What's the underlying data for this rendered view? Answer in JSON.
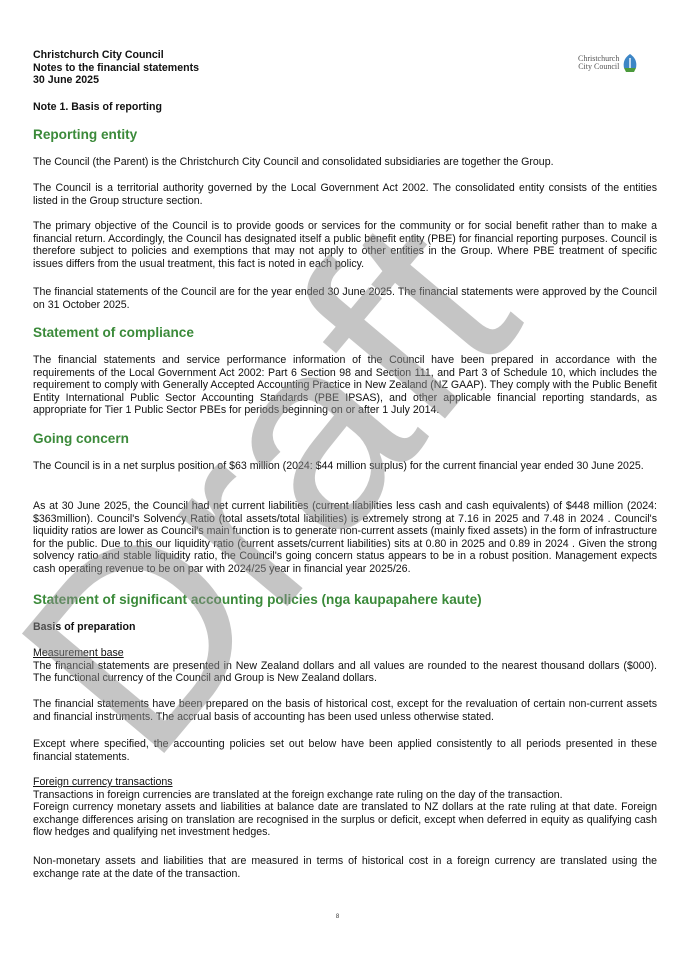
{
  "header": {
    "org": "Christchurch City Council",
    "doc": "Notes to the financial statements",
    "date": "30 June 2025"
  },
  "logo": {
    "line1": "Christchurch",
    "line2": "City Council"
  },
  "note_title": "Note 1. Basis of reporting",
  "watermark": "Draft",
  "sections": {
    "reporting_entity": {
      "heading": "Reporting entity",
      "p1": "The Council (the Parent) is the Christchurch City Council and consolidated subsidiaries are together the Group.",
      "p2": "The Council is a territorial authority governed by the Local Government Act 2002. The consolidated entity consists of the entities listed in the Group structure section.",
      "p3": "The primary objective of the Council is to provide goods or services for the community or for social benefit rather than to make a financial return. Accordingly, the Council has designated itself a public benefit entity (PBE) for financial reporting purposes. Council is therefore subject to policies and exemptions that may not apply to other entities in the Group. Where PBE treatment of specific issues differs from the usual treatment, this fact is noted in each policy.",
      "p4": "The financial statements of the Council are for the year ended 30 June 2025. The financial statements were approved by the Council on 31 October 2025."
    },
    "compliance": {
      "heading": "Statement of compliance",
      "p1": "The financial statements and service performance information of the Council have been prepared in accordance with the requirements of the Local Government Act 2002: Part 6 Section 98 and Section 111, and Part 3 of Schedule 10, which includes the requirement to comply with Generally Accepted Accounting Practice in New Zealand (NZ GAAP). They comply with the Public Benefit Entity International Public Sector Accounting Standards (PBE IPSAS), and other applicable financial reporting standards, as appropriate for Tier 1 Public Sector PBEs for periods beginning on or after 1 July 2014."
    },
    "going_concern": {
      "heading": "Going concern",
      "p1": "The Council is in a net surplus position of $63 million (2024: $44 million surplus) for the current financial year ended 30 June 2025.",
      "p2": "As at 30 June 2025, the Council had net current liabilities (current liabilities less cash and cash equivalents) of $448 million (2024: $363million).  Council's Solvency Ratio (total assets/total liabilities) is extremely strong at 7.16 in 2025 and 7.48 in 2024 . Council's liquidity ratios are lower as Council's main function is to generate non-current assets (mainly fixed assets) in the form of infrastructure for the public. Due to this our liquidity ratio (current assets/current liabilities) sits at 0.80 in  2025 and 0.89 in  2024 . Given the strong solvency ratio and stable liquidity ratio, the Council's going concern status appears to be in a robust position. Management expects cash operating revenue to be on par with 2024/25 year in financial year 2025/26."
    },
    "policies": {
      "heading": "Statement of significant accounting policies (nga kaupapahere kaute)",
      "basis": "Basis of preparation",
      "measurement_title": "Measurement base",
      "m1": "The financial statements are presented in New Zealand dollars and all values are rounded to the nearest thousand dollars ($000). The functional currency of the Council and Group is New Zealand dollars.",
      "m2": "The financial statements have been prepared on the basis of historical cost, except for the revaluation of certain non-current assets and financial instruments. The accrual basis of accounting has been used unless otherwise stated.",
      "m3": "Except where specified, the accounting policies set out below have been applied consistently to all periods presented in these financial statements.",
      "fx_title": "Foreign currency transactions",
      "fx1": "Transactions in foreign currencies are translated at the foreign exchange rate ruling on the day of the transaction.",
      "fx2": "Foreign currency monetary assets and liabilities at balance date are translated to NZ dollars at the rate ruling at that date. Foreign exchange differences arising on translation are recognised in the surplus or deficit, except when deferred in equity as qualifying cash flow hedges and qualifying net investment hedges.",
      "fx3": "Non-monetary assets and liabilities that are measured in terms of historical cost in a foreign currency are translated using the exchange rate at the date of the transaction."
    }
  },
  "page_number": "8"
}
